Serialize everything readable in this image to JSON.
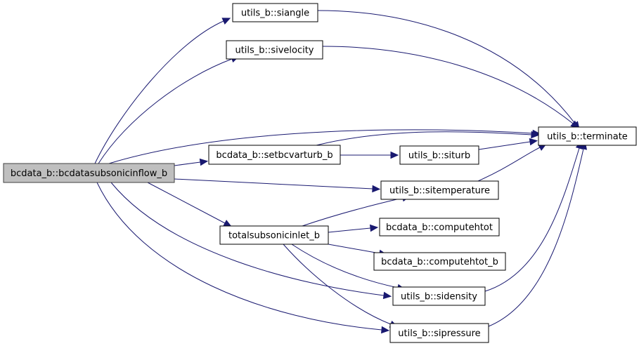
{
  "diagram": {
    "type": "call-graph",
    "colors": {
      "edge": "#191970",
      "root_fill": "#bfbfbf",
      "node_fill": "#ffffff",
      "node_border": "#000000"
    },
    "nodes": [
      {
        "id": "root",
        "label": "bcdata_b::bcdatasubsonicinflow_b",
        "root": true
      },
      {
        "id": "siangle",
        "label": "utils_b::siangle"
      },
      {
        "id": "sivelocity",
        "label": "utils_b::sivelocity"
      },
      {
        "id": "terminate",
        "label": "utils_b::terminate"
      },
      {
        "id": "setbcvarturb",
        "label": "bcdata_b::setbcvarturb_b"
      },
      {
        "id": "siturb",
        "label": "utils_b::siturb"
      },
      {
        "id": "sitemperature",
        "label": "utils_b::sitemperature"
      },
      {
        "id": "totalsubsonic",
        "label": "totalsubsonicinlet_b"
      },
      {
        "id": "computehtot",
        "label": "bcdata_b::computehtot"
      },
      {
        "id": "computehtot_b",
        "label": "bcdata_b::computehtot_b"
      },
      {
        "id": "sidensity",
        "label": "utils_b::sidensity"
      },
      {
        "id": "sipressure",
        "label": "utils_b::sipressure"
      }
    ],
    "edges": [
      {
        "from": "root",
        "to": "siangle"
      },
      {
        "from": "root",
        "to": "sivelocity"
      },
      {
        "from": "root",
        "to": "terminate"
      },
      {
        "from": "root",
        "to": "setbcvarturb"
      },
      {
        "from": "root",
        "to": "sitemperature"
      },
      {
        "from": "root",
        "to": "totalsubsonic"
      },
      {
        "from": "root",
        "to": "sidensity"
      },
      {
        "from": "root",
        "to": "sipressure"
      },
      {
        "from": "siangle",
        "to": "terminate"
      },
      {
        "from": "sivelocity",
        "to": "terminate"
      },
      {
        "from": "setbcvarturb",
        "to": "terminate"
      },
      {
        "from": "setbcvarturb",
        "to": "siturb"
      },
      {
        "from": "siturb",
        "to": "terminate"
      },
      {
        "from": "sitemperature",
        "to": "terminate"
      },
      {
        "from": "totalsubsonic",
        "to": "sitemperature"
      },
      {
        "from": "totalsubsonic",
        "to": "computehtot"
      },
      {
        "from": "totalsubsonic",
        "to": "computehtot_b"
      },
      {
        "from": "totalsubsonic",
        "to": "sidensity"
      },
      {
        "from": "totalsubsonic",
        "to": "sipressure"
      },
      {
        "from": "sidensity",
        "to": "terminate"
      },
      {
        "from": "sipressure",
        "to": "terminate"
      }
    ]
  }
}
